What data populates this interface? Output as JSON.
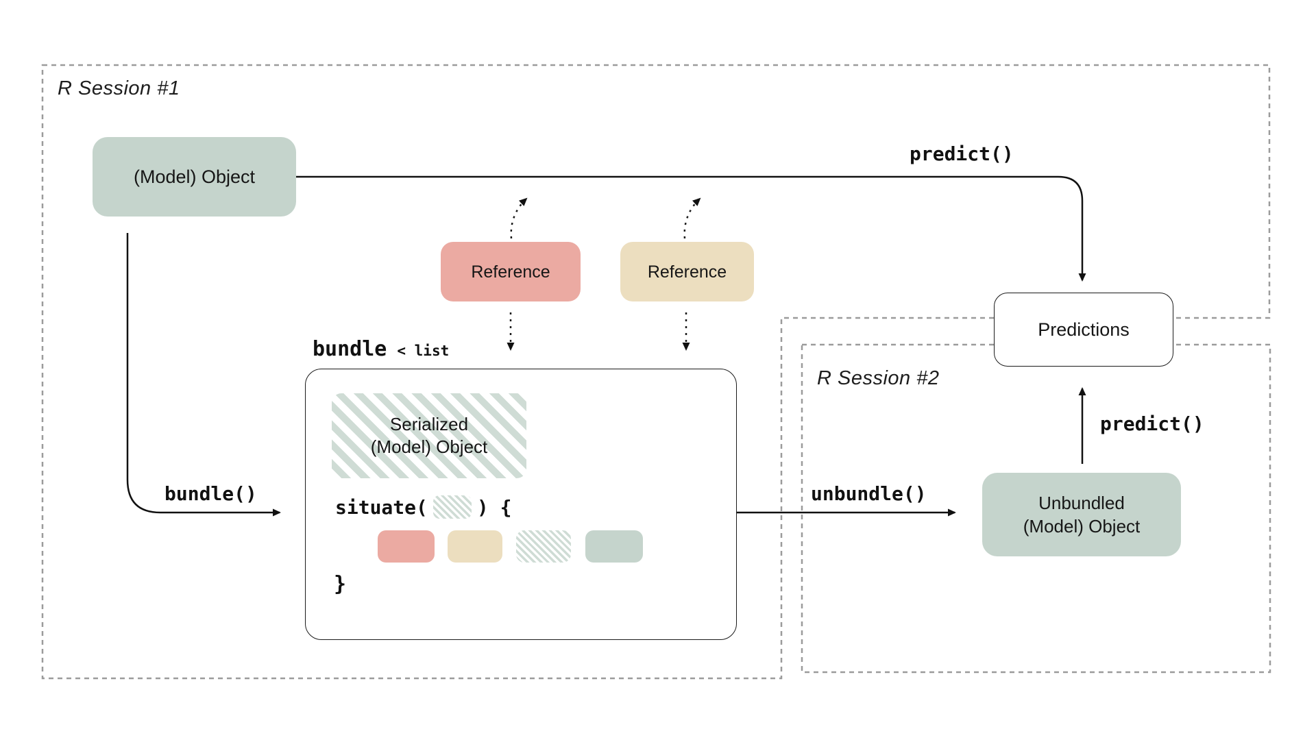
{
  "diagram": {
    "session1": {
      "label": "R Session #1"
    },
    "session2": {
      "label": "R Session #2"
    },
    "model_object": {
      "label": "(Model) Object"
    },
    "references": [
      {
        "label": "Reference"
      },
      {
        "label": "Reference"
      }
    ],
    "predict_top_label": "predict()",
    "predictions": {
      "label": "Predictions"
    },
    "bundle_label": {
      "name": "bundle",
      "annotation": "< list"
    },
    "bundle_box": {
      "serialized": {
        "line1": "Serialized",
        "line2": "(Model) Object"
      },
      "situate_prefix": "situate(",
      "situate_suffix": ") {",
      "closing_brace": "}"
    },
    "bundle_fn_label": "bundle()",
    "unbundle_fn_label": "unbundle()",
    "predict_right_label": "predict()",
    "unbundled": {
      "line1": "Unbundled",
      "line2": "(Model) Object"
    },
    "colors": {
      "sage": "#c5d4cc",
      "salmon": "#ebaaa2",
      "tan": "#ecdebf",
      "stripe": "#cfdcd5",
      "dash_gray": "#9b9b9b",
      "ink": "#111111"
    }
  }
}
